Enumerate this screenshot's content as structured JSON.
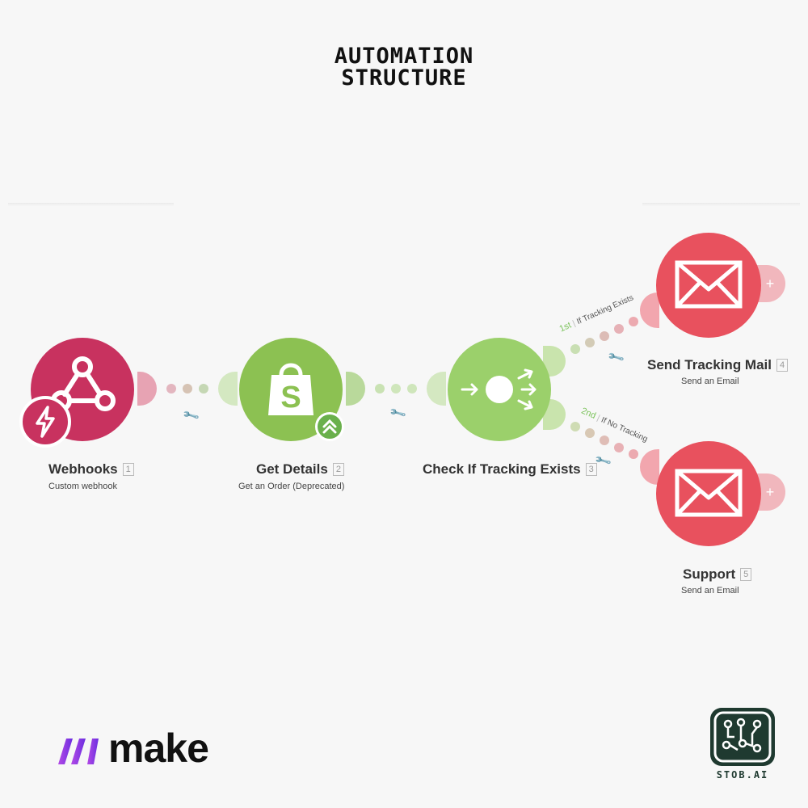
{
  "header": {
    "title_line1": "AUTOMATION",
    "title_line2": "STRUCTURE"
  },
  "modules": [
    {
      "label": "Webhooks",
      "number": "1",
      "subtitle": "Custom webhook",
      "color": "#c8325f",
      "icon": "webhook-icon"
    },
    {
      "label": "Get Details",
      "number": "2",
      "subtitle": "Get an Order (Deprecated)",
      "color": "#8cc152",
      "icon": "shopify-icon"
    },
    {
      "label": "Check If Tracking Exists",
      "number": "3",
      "subtitle": "",
      "color": "#9bd06b",
      "icon": "router-icon"
    },
    {
      "label": "Send Tracking Mail",
      "number": "4",
      "subtitle": "Send an Email",
      "color": "#e8515e",
      "icon": "envelope-icon"
    },
    {
      "label": "Support",
      "number": "5",
      "subtitle": "Send an Email",
      "color": "#e8515e",
      "icon": "envelope-icon"
    }
  ],
  "routes": [
    {
      "order": "1st",
      "filter": "If Tracking Exists"
    },
    {
      "order": "2nd",
      "filter": "If No Tracking"
    }
  ],
  "branding": {
    "make_logo": "make",
    "stob_logo": "STOB.AI"
  },
  "colors": {
    "webhook": "#c8325f",
    "shopify": "#8cc152",
    "router": "#9bd06b",
    "email": "#e8515e",
    "make_purple": "#7b3fe4"
  }
}
